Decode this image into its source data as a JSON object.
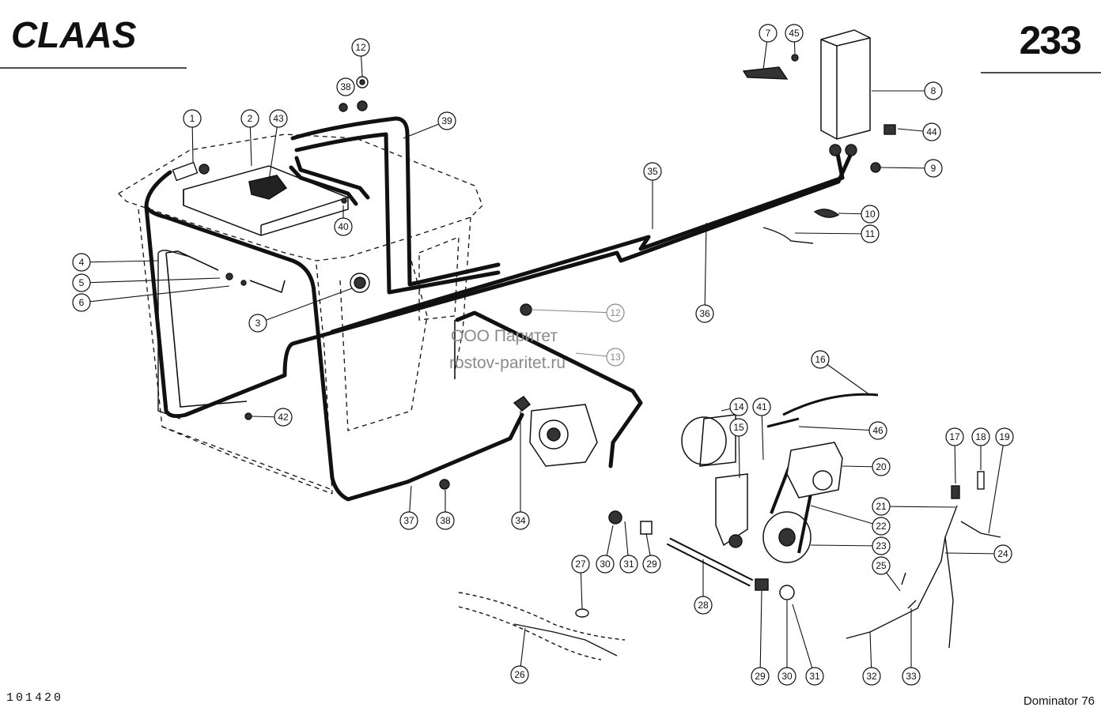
{
  "header": {
    "brand": "CLAAS",
    "page_number": "233"
  },
  "footer": {
    "drawing_number": "101420",
    "model": "Dominator 76"
  },
  "watermark": {
    "line1": "ООО Паритет",
    "line2": "rostov-paritet.ru"
  },
  "callouts": [
    "1",
    "2",
    "3",
    "4",
    "5",
    "6",
    "7",
    "8",
    "9",
    "10",
    "11",
    "12",
    "12",
    "13",
    "14",
    "15",
    "16",
    "17",
    "18",
    "19",
    "20",
    "21",
    "22",
    "23",
    "24",
    "25",
    "26",
    "27",
    "28",
    "29",
    "29",
    "30",
    "30",
    "31",
    "31",
    "32",
    "33",
    "34",
    "35",
    "36",
    "37",
    "38",
    "38",
    "39",
    "40",
    "41",
    "42",
    "43",
    "44",
    "45",
    "46"
  ],
  "colors": {
    "ink": "#111111",
    "watermark": "#8a8a8a",
    "background": "#ffffff"
  }
}
